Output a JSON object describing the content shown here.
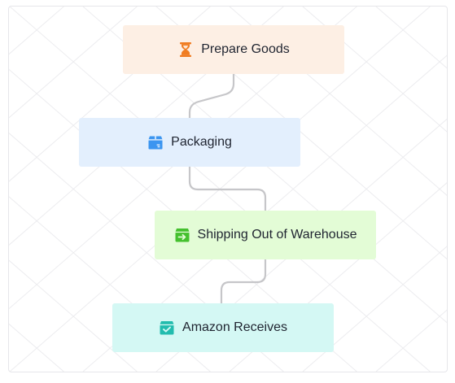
{
  "flow": {
    "steps": [
      {
        "label": "Prepare Goods",
        "icon": "hourglass-icon",
        "bg": "#fdefe4",
        "accent": "#f07d22"
      },
      {
        "label": "Packaging",
        "icon": "package-box-icon",
        "bg": "#e3effd",
        "accent": "#3b95f0"
      },
      {
        "label": "Shipping Out of Warehouse",
        "icon": "shipping-box-icon",
        "bg": "#e3fcd6",
        "accent": "#44c02e"
      },
      {
        "label": "Amazon Receives",
        "icon": "check-box-icon",
        "bg": "#d4f8f4",
        "accent": "#22bcae"
      }
    ],
    "connector_color": "#c6c6c9",
    "grid_color": "#ececef"
  }
}
